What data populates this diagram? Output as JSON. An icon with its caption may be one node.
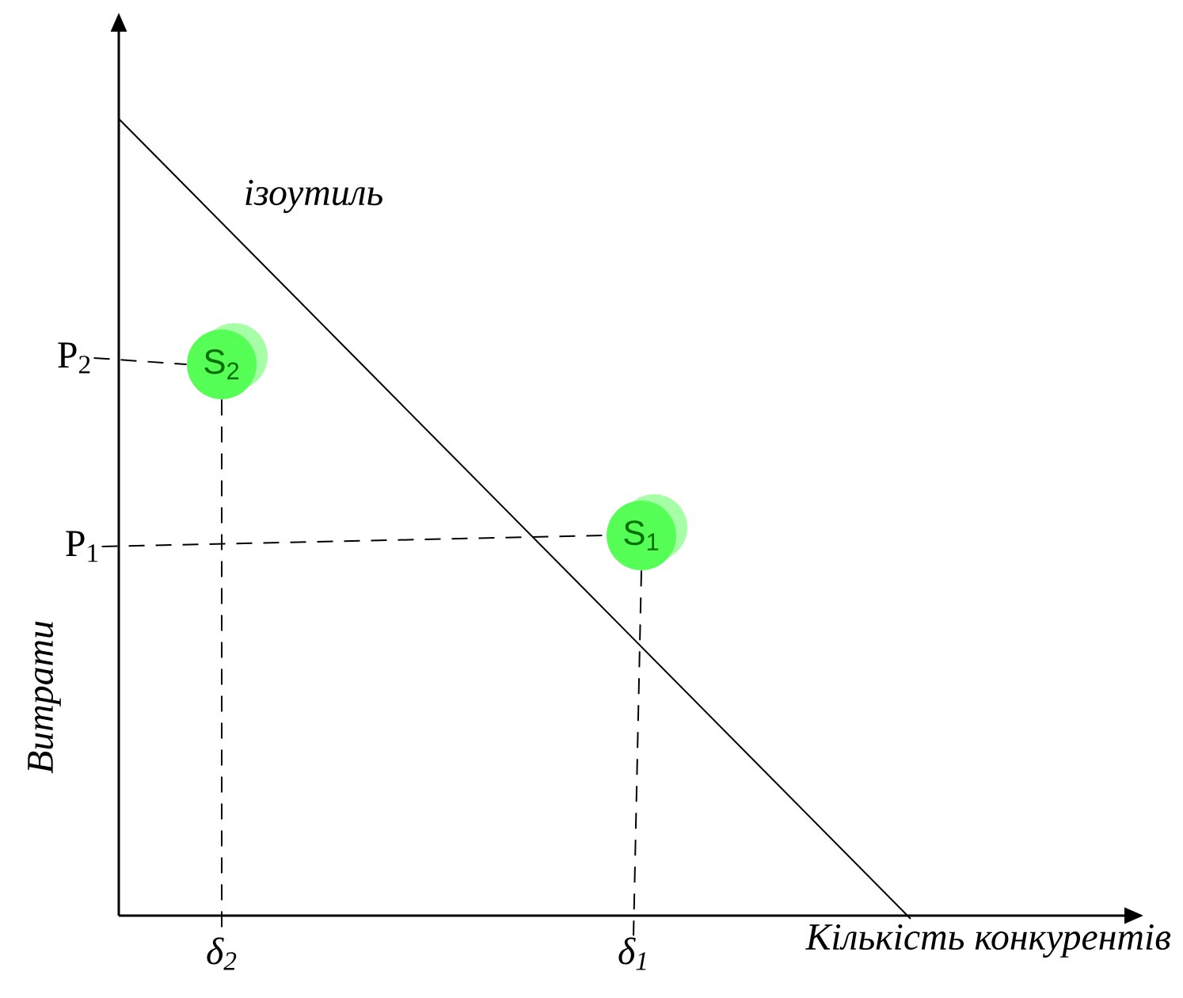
{
  "diagram": {
    "nodes": [
      {
        "text": [
          "S$_{2}$"
        ]
      },
      {
        "text": [
          "S$_{1}$"
        ]
      },
      {
        "text": [
          "P$_{2}$"
        ]
      },
      {
        "text": [
          "P$_{1}$"
        ]
      },
      {
        "text": [
          "δ$_{2}$"
        ]
      },
      {
        "text": [
          "δ$_{1}$"
        ]
      }
    ],
    "edges": [
      {
        "from": 2,
        "to": 0,
        "arrow": "none",
        "style": "dashed"
      },
      {
        "from": 0,
        "to": 4,
        "arrow": "none",
        "style": "dashed"
      },
      {
        "from": 3,
        "to": 1,
        "arrow": "none",
        "style": "dashed"
      },
      {
        "from": 1,
        "to": 5,
        "arrow": "none",
        "style": "dashed"
      }
    ],
    "labels": [
      "ізоутиль",
      "Витрати",
      "Кількість конкурентів"
    ]
  }
}
